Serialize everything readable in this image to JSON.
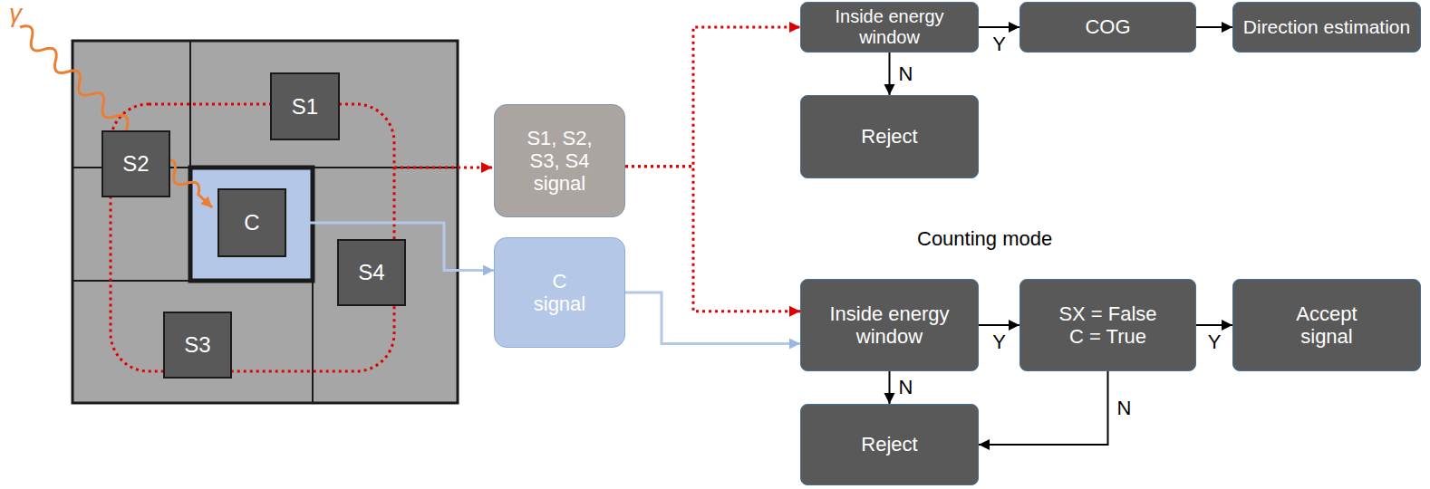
{
  "diagram": {
    "nodes": [
      {
        "text": [
          "S1"
        ]
      },
      {
        "text": [
          "S2"
        ]
      },
      {
        "text": [
          "C"
        ]
      },
      {
        "text": [
          "S4"
        ]
      },
      {
        "text": [
          "S3"
        ]
      },
      {
        "text": [
          "S1, S2, S3, S4 signal"
        ]
      },
      {
        "text": [
          "C signal"
        ]
      },
      {
        "text": [
          "Inside energy window"
        ]
      },
      {
        "text": [
          "COG"
        ]
      },
      {
        "text": [
          "Direction estimation"
        ]
      },
      {
        "text": [
          "Reject"
        ]
      },
      {
        "text": [
          "Inside energy window"
        ]
      },
      {
        "text": [
          "SX = False C = True"
        ]
      },
      {
        "text": [
          "Accept signal"
        ]
      },
      {
        "text": [
          "Reject"
        ]
      }
    ],
    "edges": [
      {
        "from": 2,
        "to": 6,
        "arrow": "to"
      },
      {
        "from": 5,
        "to": 7,
        "arrow": "to"
      },
      {
        "from": 5,
        "to": 11,
        "arrow": "to"
      },
      {
        "from": 6,
        "to": 11,
        "arrow": "to"
      },
      {
        "from": 7,
        "to": 8,
        "label": "Y",
        "arrow": "to"
      },
      {
        "from": 8,
        "to": 9,
        "arrow": "to"
      },
      {
        "from": 7,
        "to": 10,
        "label": "N",
        "arrow": "to"
      },
      {
        "from": 11,
        "to": 12,
        "label": "Y",
        "arrow": "to"
      },
      {
        "from": 12,
        "to": 13,
        "label": "Y",
        "arrow": "to"
      },
      {
        "from": 11,
        "to": 14,
        "label": "N",
        "arrow": "to"
      },
      {
        "from": 12,
        "to": 14,
        "label": "N",
        "arrow": "to"
      }
    ],
    "labels": [
      "γ",
      "Counting mode"
    ]
  }
}
